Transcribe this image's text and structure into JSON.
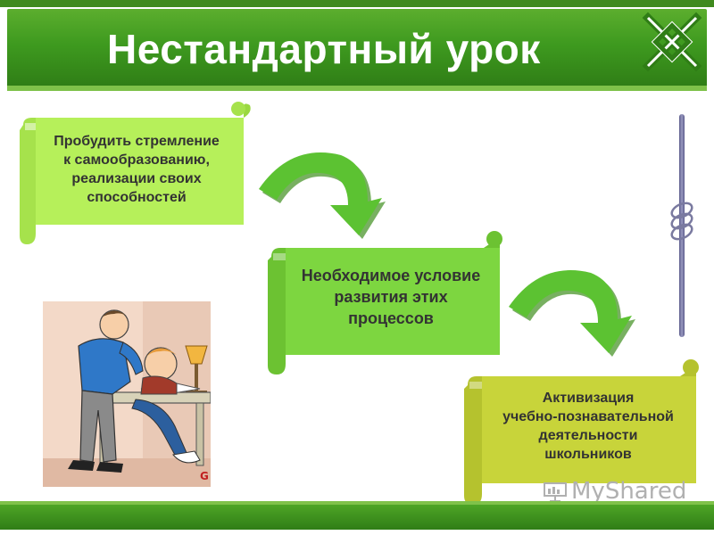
{
  "slide": {
    "title": "Нестандартный урок",
    "watermark": "MyShared"
  },
  "scrolls": [
    {
      "lines": [
        "Пробудить стремление",
        "к самообразованию,",
        "реализации своих",
        "способностей"
      ],
      "color": "#b6f05a"
    },
    {
      "lines": [
        "Необходимое условие",
        "развития этих",
        "процессов"
      ],
      "color": "#7dd640"
    },
    {
      "lines": [
        "Активизация",
        "учебно-познавательной",
        "деятельности",
        "школьников"
      ],
      "color": "#c8d43a"
    }
  ],
  "colors": {
    "banner": "#3e9a1f",
    "arrow": "#5cc232",
    "arrow_shadow": "#3e8f1e"
  },
  "icons": [
    "logo-icon",
    "curved-arrow-icon",
    "presentation-icon"
  ]
}
